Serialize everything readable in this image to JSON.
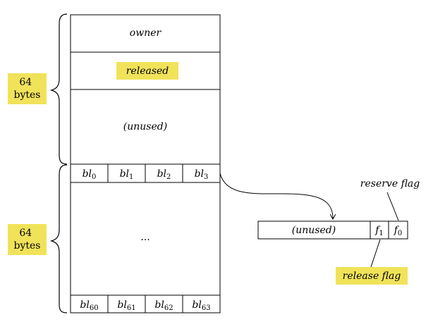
{
  "colors": {
    "highlight": "#f0e35a",
    "stroke": "#000000",
    "background": "#ffffff"
  },
  "structure": {
    "top_group_label": "64\nbytes",
    "bottom_group_label": "64\nbytes",
    "rows": {
      "owner": "owner",
      "released": "released",
      "unused": "(unused)",
      "ellipsis": "..."
    },
    "top_cells": [
      {
        "base": "bl",
        "sub": "0"
      },
      {
        "base": "bl",
        "sub": "1"
      },
      {
        "base": "bl",
        "sub": "2"
      },
      {
        "base": "bl",
        "sub": "3"
      }
    ],
    "bottom_cells": [
      {
        "base": "bl",
        "sub": "60"
      },
      {
        "base": "bl",
        "sub": "61"
      },
      {
        "base": "bl",
        "sub": "62"
      },
      {
        "base": "bl",
        "sub": "63"
      }
    ]
  },
  "flag_byte": {
    "unused": "(unused)",
    "f1": {
      "base": "f",
      "sub": "1"
    },
    "f0": {
      "base": "f",
      "sub": "0"
    },
    "reserve_label": "reserve flag",
    "release_label": "release flag"
  }
}
